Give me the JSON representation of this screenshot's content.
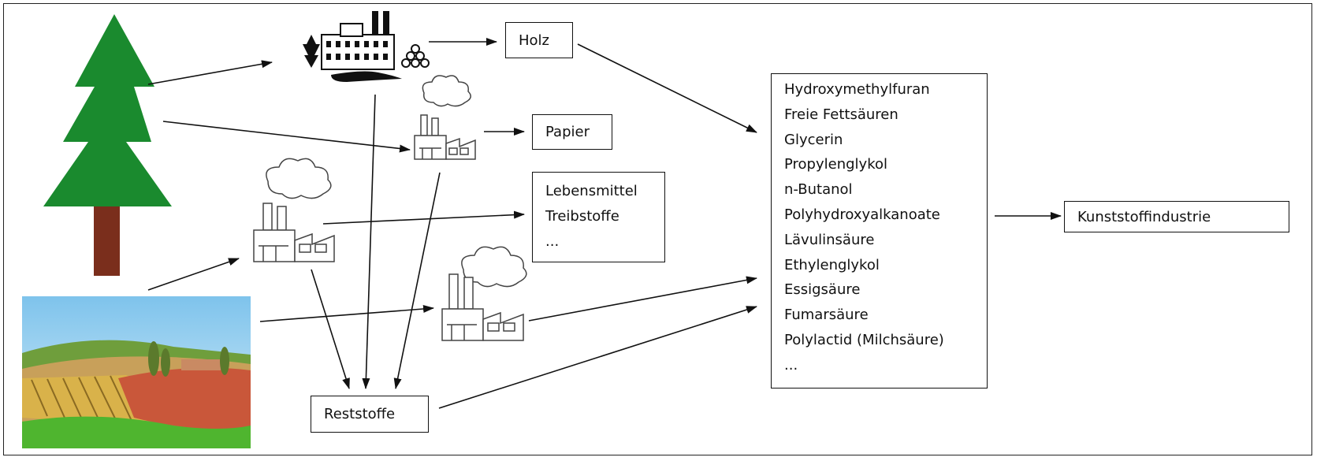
{
  "products": {
    "holz": "Holz",
    "papier": "Papier",
    "food_fuel": [
      "Lebensmittel",
      "Treibstoffe",
      "..."
    ],
    "reststoffe": "Reststoffe",
    "kunststoffindustrie": "Kunststoffindustrie"
  },
  "chemicals": [
    "Hydroxymethylfuran",
    "Freie Fettsäuren",
    "Glycerin",
    "Propylenglykol",
    "n-Butanol",
    "Polyhydroxyalkanoate",
    "Lävulinsäure",
    "Ethylenglykol",
    "Essigsäure",
    "Fumarsäure",
    "Polylactid (Milchsäure)",
    "..."
  ],
  "icons": [
    "tree-icon",
    "farmland-landscape-icon",
    "sawmill-icon",
    "factory-icon"
  ],
  "colors": {
    "tree_green": "#1a8a2e",
    "trunk_brown": "#7a2e1c",
    "arrow": "#111111"
  }
}
